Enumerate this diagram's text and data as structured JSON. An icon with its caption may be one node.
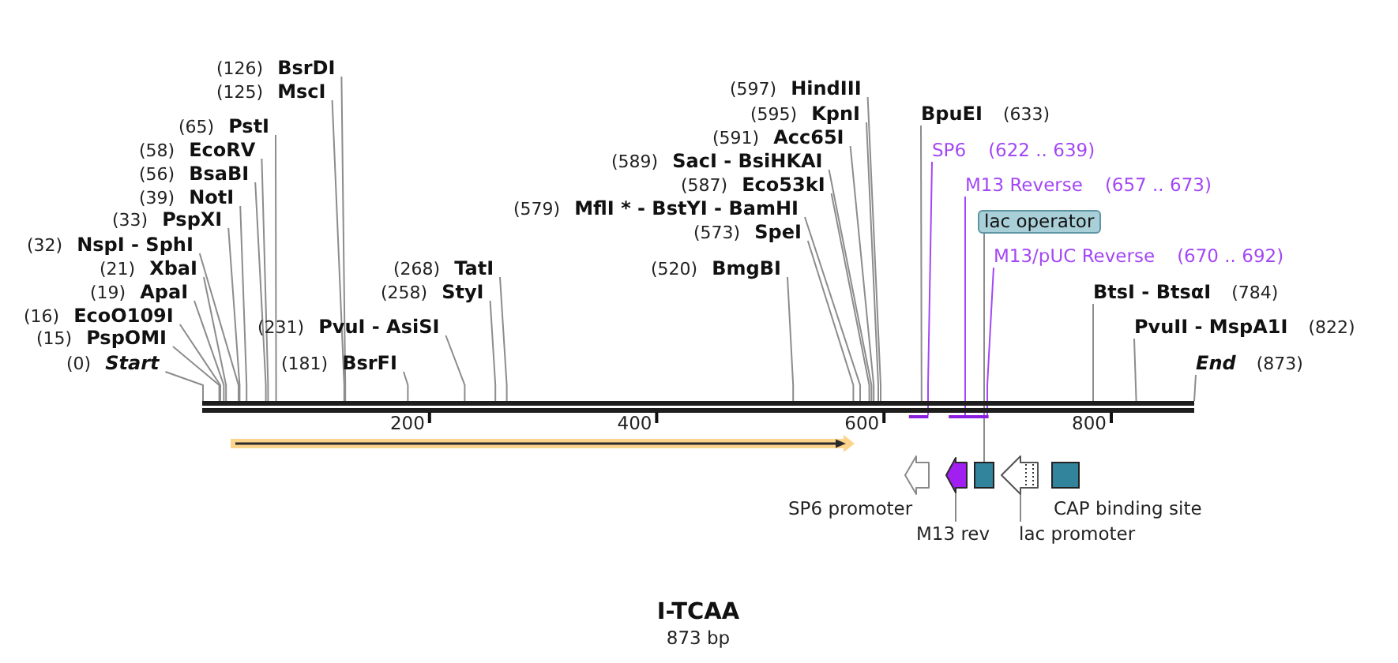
{
  "diagram": {
    "title": "I-TCAA",
    "caption": "873 bp",
    "nodes": [
      {
        "text": [
          "(126)",
          "BsrDI"
        ]
      },
      {
        "text": [
          "(125)",
          "MscI"
        ]
      },
      {
        "text": [
          "(65)",
          "PstI"
        ]
      },
      {
        "text": [
          "(58)",
          "EcoRV"
        ]
      },
      {
        "text": [
          "(56)",
          "BsaBI"
        ]
      },
      {
        "text": [
          "(39)",
          "NotI"
        ]
      },
      {
        "text": [
          "(33)",
          "PspXI"
        ]
      },
      {
        "text": [
          "(32)",
          "NspI - SphI"
        ]
      },
      {
        "text": [
          "(21)",
          "XbaI"
        ]
      },
      {
        "text": [
          "(19)",
          "ApaI"
        ]
      },
      {
        "text": [
          "(16)",
          "EcoO109I"
        ]
      },
      {
        "text": [
          "(15)",
          "PspOMI"
        ]
      },
      {
        "text": [
          "(0)",
          "Start"
        ]
      },
      {
        "text": [
          "(231)",
          "PvuI - AsiSI"
        ]
      },
      {
        "text": [
          "(181)",
          "BsrFI"
        ]
      },
      {
        "text": [
          "(268)",
          "TatI"
        ]
      },
      {
        "text": [
          "(258)",
          "StyI"
        ]
      },
      {
        "text": [
          "(597)",
          "HindIII"
        ]
      },
      {
        "text": [
          "(595)",
          "KpnI"
        ]
      },
      {
        "text": [
          "(591)",
          "Acc65I"
        ]
      },
      {
        "text": [
          "(589)",
          "SacI - BsiHKAI"
        ]
      },
      {
        "text": [
          "(587)",
          "Eco53kI"
        ]
      },
      {
        "text": [
          "(579)",
          "MflI * - BstYI - BamHI"
        ]
      },
      {
        "text": [
          "(573)",
          "SpeI"
        ]
      },
      {
        "text": [
          "(520)",
          "BmgBI"
        ]
      },
      {
        "text": [
          "BpuEI",
          "(633)"
        ]
      },
      {
        "text": [
          "SP6",
          "(622 .. 639)"
        ]
      },
      {
        "text": [
          "M13 Reverse",
          "(657 .. 673)"
        ]
      },
      {
        "text": [
          "lac operator"
        ]
      },
      {
        "text": [
          "M13/pUC Reverse",
          "(670 .. 692)"
        ]
      },
      {
        "text": [
          "BtsI - BtsαI",
          "(784)"
        ]
      },
      {
        "text": [
          "PvuII - MspA1I",
          "(822)"
        ]
      },
      {
        "text": [
          "End",
          "(873)"
        ]
      },
      {
        "text": [],
        "shape": "bar"
      },
      {
        "text": [],
        "shape": "arrow"
      },
      {
        "text": [],
        "shape": "bar"
      },
      {
        "text": [],
        "shape": "bar"
      },
      {
        "text": [],
        "shape": "bar"
      },
      {
        "text": [],
        "shape": "arrow",
        "beside": [
          "SP6 promoter"
        ]
      },
      {
        "text": [],
        "shape": "arrow"
      },
      {
        "text": [],
        "shape": "box"
      },
      {
        "text": [],
        "shape": "arrow"
      },
      {
        "text": [],
        "shape": "box",
        "beside": [
          "CAP binding site"
        ]
      },
      {
        "text": [
          "M13 rev"
        ]
      },
      {
        "text": [
          "lac promoter"
        ]
      }
    ],
    "edges": [
      {
        "from": 0,
        "to": 33,
        "arrow": "none"
      },
      {
        "from": 1,
        "to": 33,
        "arrow": "none"
      },
      {
        "from": 2,
        "to": 33,
        "arrow": "none"
      },
      {
        "from": 3,
        "to": 33,
        "arrow": "none"
      },
      {
        "from": 4,
        "to": 33,
        "arrow": "none"
      },
      {
        "from": 5,
        "to": 33,
        "arrow": "none"
      },
      {
        "from": 6,
        "to": 33,
        "arrow": "none"
      },
      {
        "from": 7,
        "to": 33,
        "arrow": "none"
      },
      {
        "from": 8,
        "to": 33,
        "arrow": "none"
      },
      {
        "from": 9,
        "to": 33,
        "arrow": "none"
      },
      {
        "from": 10,
        "to": 33,
        "arrow": "none"
      },
      {
        "from": 11,
        "to": 33,
        "arrow": "none"
      },
      {
        "from": 12,
        "to": 33,
        "arrow": "none"
      },
      {
        "from": 13,
        "to": 33,
        "arrow": "none"
      },
      {
        "from": 14,
        "to": 33,
        "arrow": "none"
      },
      {
        "from": 15,
        "to": 33,
        "arrow": "none"
      },
      {
        "from": 16,
        "to": 33,
        "arrow": "none"
      },
      {
        "from": 17,
        "to": 33,
        "arrow": "none"
      },
      {
        "from": 18,
        "to": 33,
        "arrow": "none"
      },
      {
        "from": 19,
        "to": 33,
        "arrow": "none"
      },
      {
        "from": 20,
        "to": 33,
        "arrow": "none"
      },
      {
        "from": 21,
        "to": 33,
        "arrow": "none"
      },
      {
        "from": 22,
        "to": 33,
        "arrow": "none"
      },
      {
        "from": 23,
        "to": 33,
        "arrow": "none"
      },
      {
        "from": 24,
        "to": 33,
        "arrow": "none"
      },
      {
        "from": 25,
        "to": 33,
        "arrow": "none"
      },
      {
        "from": 26,
        "to": 35,
        "arrow": "none",
        "color": "#a347f5"
      },
      {
        "from": 27,
        "to": 36,
        "arrow": "none",
        "color": "#a347f5"
      },
      {
        "from": 28,
        "to": 40,
        "arrow": "none"
      },
      {
        "from": 29,
        "to": 37,
        "arrow": "none",
        "color": "#a347f5"
      },
      {
        "from": 30,
        "to": 33,
        "arrow": "none"
      },
      {
        "from": 31,
        "to": 33,
        "arrow": "none"
      },
      {
        "from": 32,
        "to": 33,
        "arrow": "none"
      },
      {
        "from": 43,
        "to": 39,
        "arrow": "none"
      },
      {
        "from": 44,
        "to": 41,
        "arrow": "none"
      }
    ],
    "labels": [
      "200",
      "400",
      "600",
      "800"
    ]
  }
}
